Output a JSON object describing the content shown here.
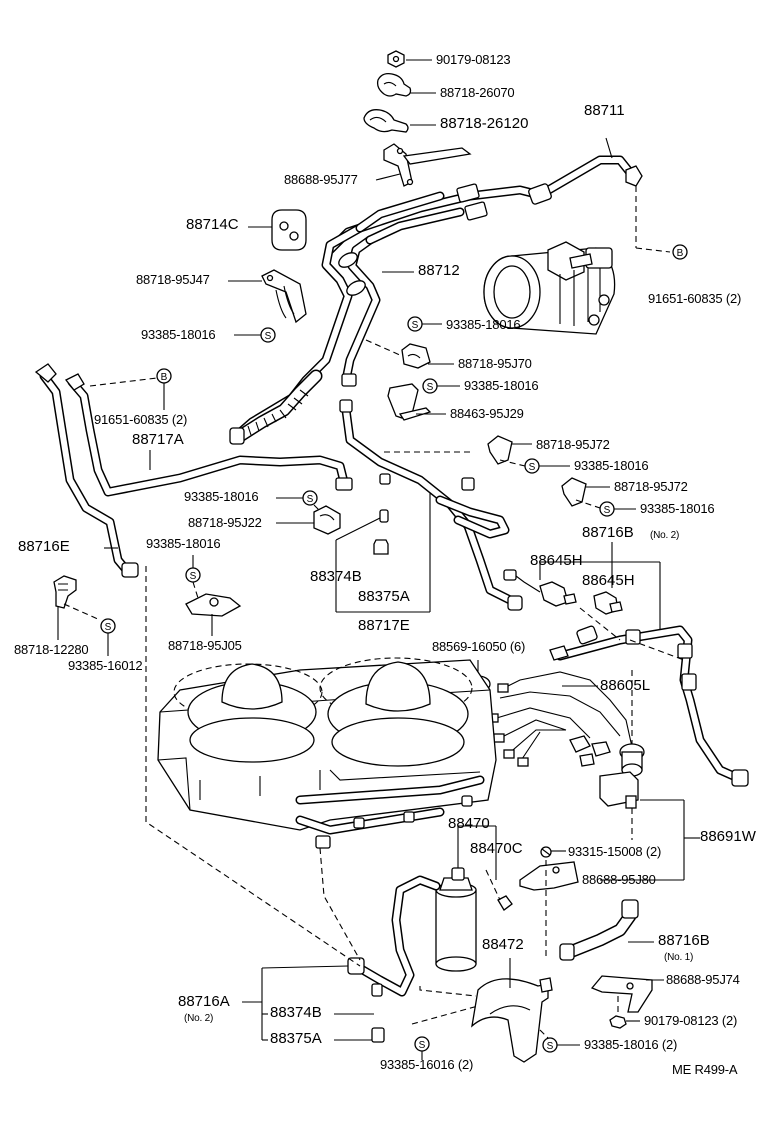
{
  "labels": [
    {
      "id": "p1",
      "text": "90179-08123"
    },
    {
      "id": "p2",
      "text": "88718-26070"
    },
    {
      "id": "p3",
      "text": "88718-26120"
    },
    {
      "id": "p4",
      "text": "88711"
    },
    {
      "id": "p5",
      "text": "88688-95J77"
    },
    {
      "id": "p6",
      "text": "88714C"
    },
    {
      "id": "p7",
      "text": "88712"
    },
    {
      "id": "p8",
      "text": "88718-95J47"
    },
    {
      "id": "p9",
      "text": "91651-60835 (2)"
    },
    {
      "id": "p10",
      "text": "93385-18016"
    },
    {
      "id": "p11",
      "text": "93385-18016"
    },
    {
      "id": "p12",
      "text": "88718-95J70"
    },
    {
      "id": "p13",
      "text": "93385-18016"
    },
    {
      "id": "p14",
      "text": "88463-95J29"
    },
    {
      "id": "p15",
      "text": "91651-60835 (2)"
    },
    {
      "id": "p16",
      "text": "88717A"
    },
    {
      "id": "p17",
      "text": "88718-95J72"
    },
    {
      "id": "p18",
      "text": "93385-18016"
    },
    {
      "id": "p19",
      "text": "93385-18016"
    },
    {
      "id": "p20",
      "text": "88718-95J72"
    },
    {
      "id": "p21",
      "text": "88718-95J22"
    },
    {
      "id": "p22",
      "text": "93385-18016"
    },
    {
      "id": "p23",
      "text": "88716E"
    },
    {
      "id": "p24",
      "text": "93385-18016"
    },
    {
      "id": "p25",
      "text": "88716B"
    },
    {
      "id": "p26",
      "text": "(No. 2)"
    },
    {
      "id": "p27",
      "text": "88645H"
    },
    {
      "id": "p28",
      "text": "88645H"
    },
    {
      "id": "p29",
      "text": "88374B"
    },
    {
      "id": "p30",
      "text": "88375A"
    },
    {
      "id": "p31",
      "text": "88717E"
    },
    {
      "id": "p32",
      "text": "88718-12280"
    },
    {
      "id": "p33",
      "text": "93385-16012"
    },
    {
      "id": "p34",
      "text": "88718-95J05"
    },
    {
      "id": "p35",
      "text": "88569-16050 (6)"
    },
    {
      "id": "p36",
      "text": "88605L"
    },
    {
      "id": "p37",
      "text": "88470"
    },
    {
      "id": "p38",
      "text": "88470C"
    },
    {
      "id": "p39",
      "text": "93315-15008 (2)"
    },
    {
      "id": "p40",
      "text": "88691W"
    },
    {
      "id": "p41",
      "text": "88688-95J80"
    },
    {
      "id": "p42",
      "text": "88472"
    },
    {
      "id": "p43",
      "text": "88716B"
    },
    {
      "id": "p44",
      "text": "(No. 1)"
    },
    {
      "id": "p45",
      "text": "88688-95J74"
    },
    {
      "id": "p46",
      "text": "88716A"
    },
    {
      "id": "p47",
      "text": "(No. 2)"
    },
    {
      "id": "p48",
      "text": "88374B"
    },
    {
      "id": "p49",
      "text": "90179-08123 (2)"
    },
    {
      "id": "p50",
      "text": "88375A"
    },
    {
      "id": "p51",
      "text": "93385-16016 (2)"
    },
    {
      "id": "p52",
      "text": "93385-18016 (2)"
    },
    {
      "id": "p53",
      "text": "ME R499-A"
    }
  ],
  "markers": {
    "s": "S",
    "b": "B"
  }
}
